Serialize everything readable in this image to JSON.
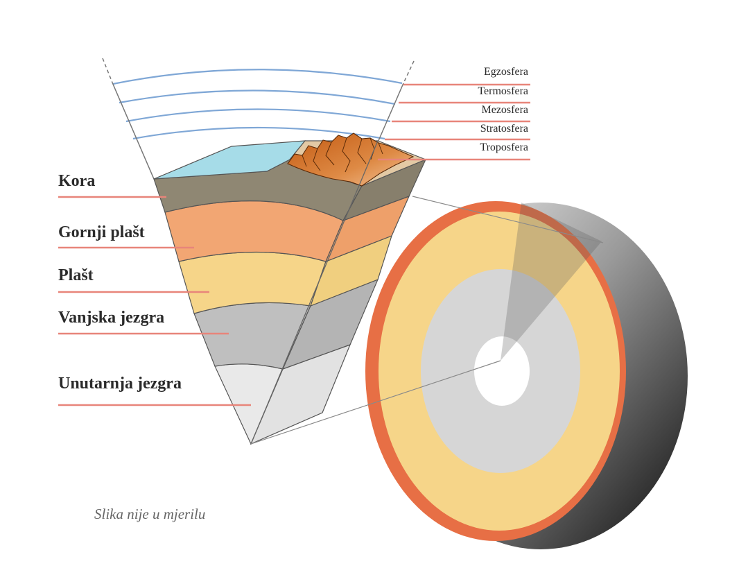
{
  "atmosphere_layers": [
    {
      "label": "Egzosfera"
    },
    {
      "label": "Termosfera"
    },
    {
      "label": "Mezosfera"
    },
    {
      "label": "Stratosfera"
    },
    {
      "label": "Troposfera"
    }
  ],
  "earth_layers": [
    {
      "label": "Kora"
    },
    {
      "label": "Gornji plašt"
    },
    {
      "label": "Plašt"
    },
    {
      "label": "Vanjska jezgra"
    },
    {
      "label": "Unutarnja jezgra"
    }
  ],
  "caption": "Slika nije u mjerilu",
  "colors": {
    "crust": "#8f8773",
    "upper_mantle": "#f2a673",
    "mantle": "#f6d589",
    "outer_core": "#bfbfbf",
    "inner_core": "#e9e9e9",
    "ocean": "#a6dce8",
    "atmosphere_line": "#7fa7d6",
    "leader_line": "#e8857a",
    "sphere_rim": "#e76f45"
  }
}
